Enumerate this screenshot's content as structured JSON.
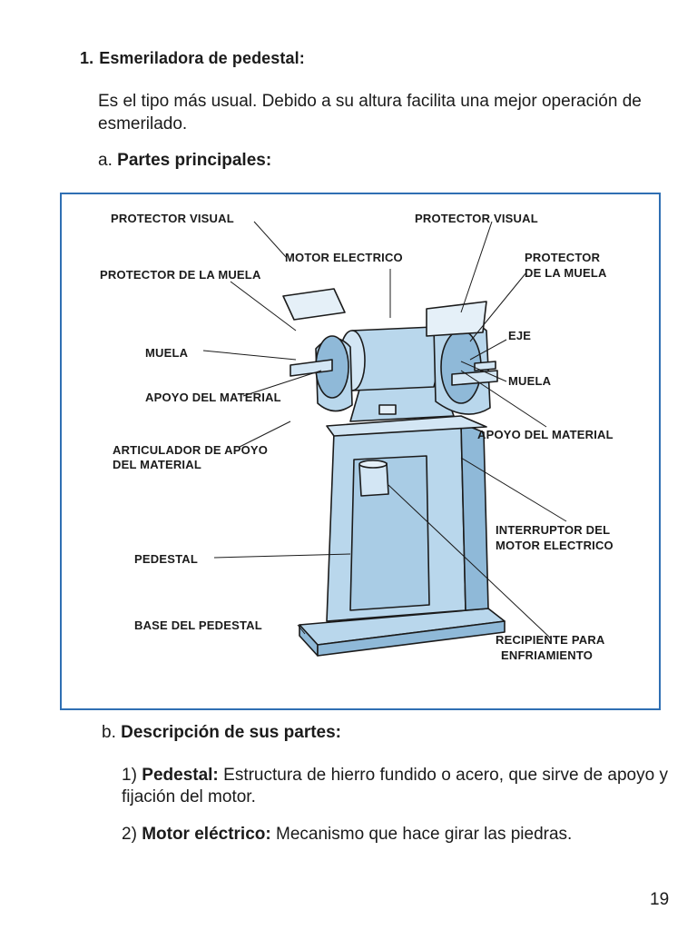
{
  "section": {
    "number": "1.",
    "title": "Esmeriladora de pedestal:"
  },
  "intro": "Es el tipo más usual. Debido a su altura facilita una mejor operación de esmerilado.",
  "sub_a": {
    "letter": "a.",
    "title": "Partes principales:"
  },
  "figure": {
    "labels": {
      "protector_visual_left": "PROTECTOR VISUAL",
      "protector_visual_right": "PROTECTOR VISUAL",
      "motor_electrico": "MOTOR ELECTRICO",
      "protector_muela_left": "PROTECTOR DE LA MUELA",
      "protector_muela_right_1": "PROTECTOR",
      "protector_muela_right_2": "DE LA MUELA",
      "eje": "EJE",
      "muela_left": "MUELA",
      "muela_right": "MUELA",
      "apoyo_left": "APOYO DEL MATERIAL",
      "apoyo_right": "APOYO DEL MATERIAL",
      "articulador_1": "ARTICULADOR DE APOYO",
      "articulador_2": "DEL MATERIAL",
      "interruptor_1": "INTERRUPTOR DEL",
      "interruptor_2": "MOTOR ELECTRICO",
      "pedestal": "PEDESTAL",
      "base": "BASE DEL PEDESTAL",
      "recipiente_1": "RECIPIENTE PARA",
      "recipiente_2": "ENFRIAMIENTO"
    },
    "colors": {
      "frame": "#2f6fb3",
      "machine_fill": "#b9d7ec",
      "machine_fill_dark": "#8fb9d8",
      "ink": "#1b1b1b"
    }
  },
  "sub_b": {
    "letter": "b.",
    "title": "Descripción de sus partes:"
  },
  "parts": [
    {
      "number": "1)",
      "name": "Pedestal:",
      "description": "Estructura de hierro fundido o acero, que sirve de apoyo y fijación del motor."
    },
    {
      "number": "2)",
      "name": "Motor eléctrico:",
      "description": "Mecanismo que hace girar las piedras."
    }
  ],
  "page_number": "19"
}
